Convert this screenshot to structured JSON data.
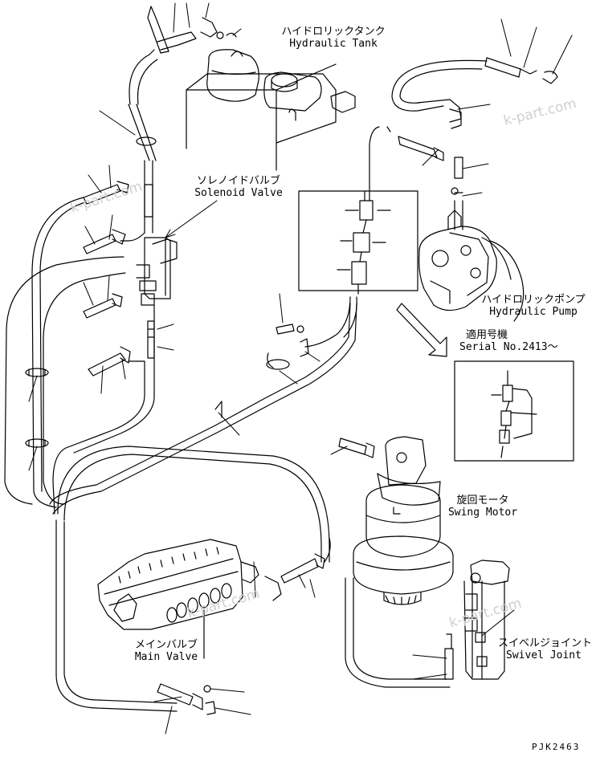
{
  "labels": {
    "hydraulic_tank": {
      "jp": "ハイドロリックタンク",
      "en": "Hydraulic Tank"
    },
    "solenoid_valve": {
      "jp": "ソレノイドバルブ",
      "en": "Solenoid Valve"
    },
    "hydraulic_pump": {
      "jp": "ハイドロリックポンプ",
      "en": "Hydraulic Pump"
    },
    "serial_no": {
      "jp": "適用号機",
      "en": "Serial No.2413～"
    },
    "swing_motor": {
      "jp": "旋回モータ",
      "en": "Swing Motor"
    },
    "swivel_joint": {
      "jp": "スイベルジョイント",
      "en": "Swivel Joint"
    },
    "main_valve": {
      "jp": "メインバルブ",
      "en": "Main Valve"
    }
  },
  "watermarks": [
    "k-part.com",
    "k-part.com",
    "k-part.com",
    "k-part.com"
  ],
  "drawing_code": "PJK2463",
  "colors": {
    "line": "#000000",
    "watermark": "#cfcfcf",
    "background": "#ffffff"
  }
}
